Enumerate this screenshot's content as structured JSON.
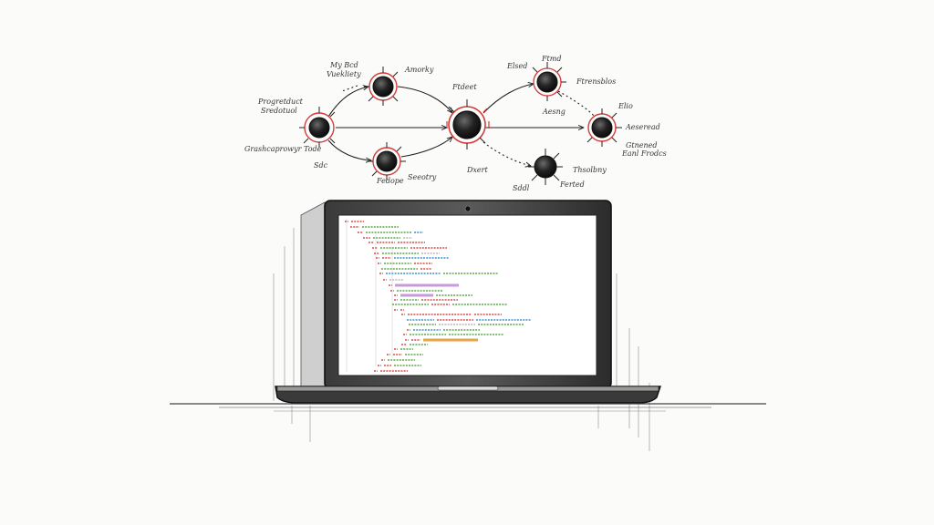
{
  "palette": {
    "ink": "#1e1e1e",
    "node_ring": "#d23c3c",
    "paper": "#fbfbfa",
    "screen": "#ffffff",
    "code_red": "#d94c4c",
    "code_green": "#5aa84a",
    "code_blue": "#3f8fcf",
    "code_purple": "#c89bd8",
    "code_orange": "#e6a548",
    "code_gray": "#b8b8b8"
  },
  "diagram": {
    "labels": {
      "n1_top": "My Bcd Vuekliety",
      "n1_top_a": "My Bcd",
      "n1_top_b": "Vuekliety",
      "n1_right": "Amorky",
      "n0_left_a": "Progretduct",
      "n0_left_b": "Sredotuol",
      "n0_bottom_left": "Grashcaprowyr Tode",
      "n0_bottom": "Sdc",
      "n2_bottom": "Fedope",
      "n2_right": "Seeotry",
      "center_top": "Ftdeet",
      "center_bottom": "Dxert",
      "n3_top_a": "Elsed",
      "n3_top_b": "Ftmd",
      "n3_right": "Ftrensblos",
      "n3_bottom": "Aesng",
      "n4_right_top": "Elio",
      "n4_right": "Aeseread",
      "n4_bottom_a": "Gtnened",
      "n4_bottom_b": "Eanl Frodcs",
      "n5_right": "Thsolbny",
      "n5_bottom_left": "Sddl",
      "n5_bottom": "Ferted"
    },
    "icons": [
      "node-icon",
      "arrow-icon",
      "webcam-icon"
    ]
  },
  "laptop": {
    "description_free": ""
  }
}
